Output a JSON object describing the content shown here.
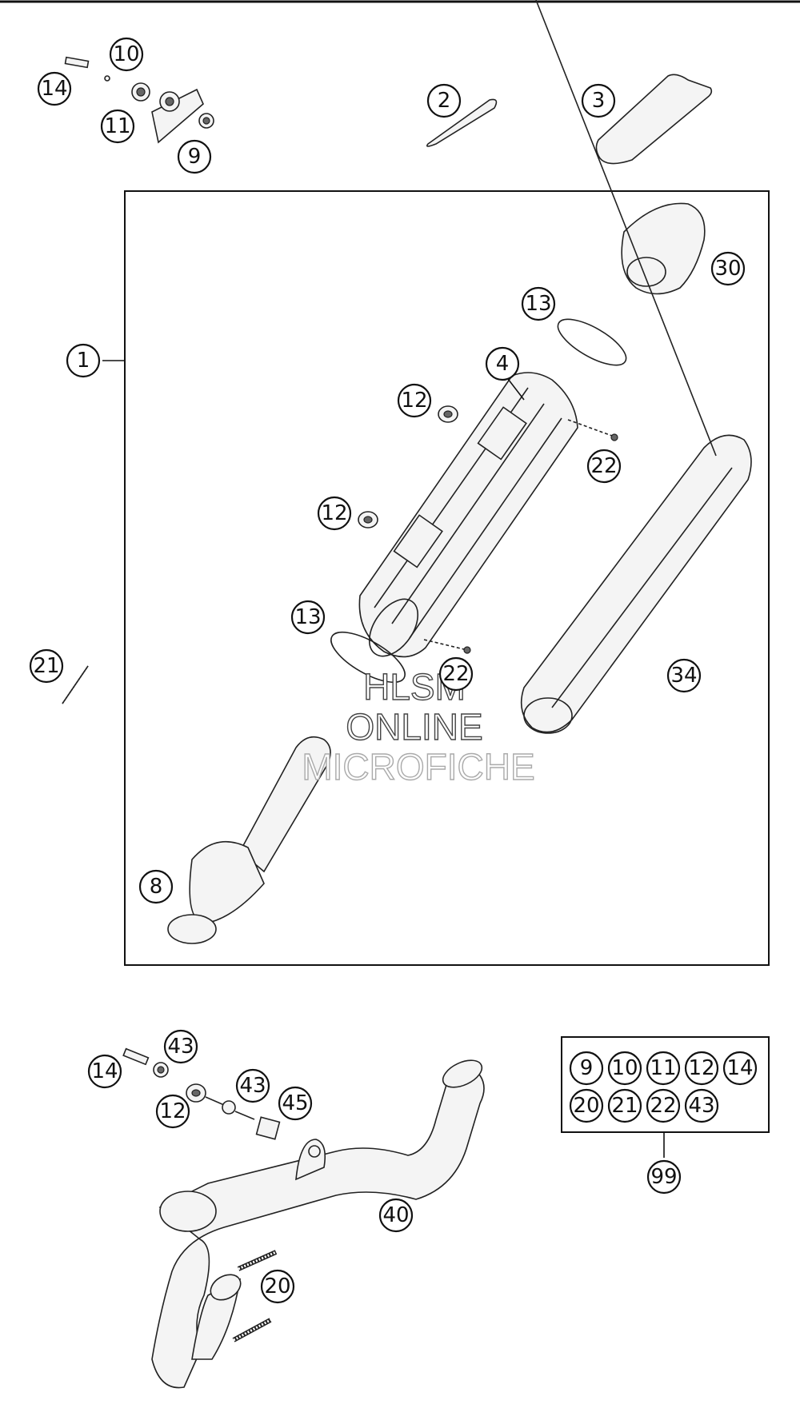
{
  "callouts": {
    "c1": "1",
    "c2": "2",
    "c3": "3",
    "c4": "4",
    "c8": "8",
    "c9_top": "9",
    "c10_top": "10",
    "c11_top": "11",
    "c12_a": "12",
    "c12_b": "12",
    "c12_bottom": "12",
    "c13_a": "13",
    "c13_b": "13",
    "c14_top": "14",
    "c14_bottom": "14",
    "c20": "20",
    "c21": "21",
    "c22_a": "22",
    "c22_b": "22",
    "c30": "30",
    "c34": "34",
    "c40": "40",
    "c43_a": "43",
    "c43_b": "43",
    "c45": "45",
    "c99": "99"
  },
  "kit": {
    "row1": [
      "9",
      "10",
      "11",
      "12",
      "14"
    ],
    "row2": [
      "20",
      "21",
      "22",
      "43"
    ]
  },
  "watermark": {
    "line1": "HLSM",
    "line2": "ONLINE",
    "line3": "MICROFICHE"
  }
}
